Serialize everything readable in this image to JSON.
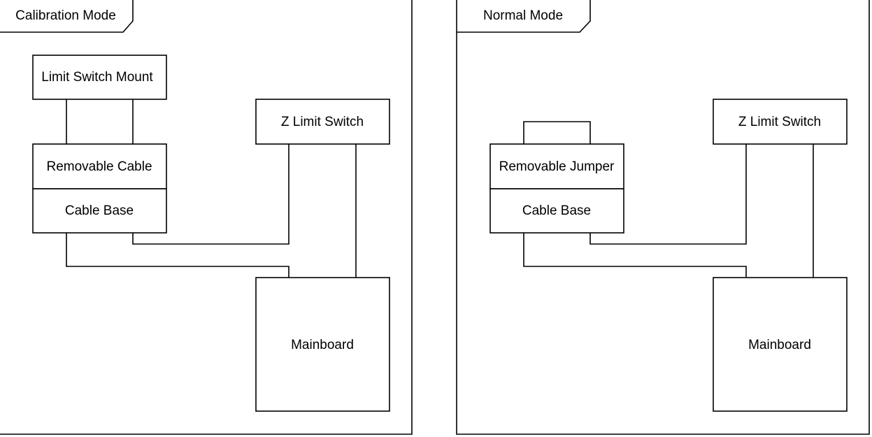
{
  "diagram": {
    "calibration": {
      "frame_title": "Calibration Mode",
      "limit_switch_mount": "Limit Switch Mount",
      "removable_part": "Removable Cable",
      "cable_base": "Cable Base",
      "z_limit_switch": "Z Limit Switch",
      "mainboard": "Mainboard"
    },
    "normal": {
      "frame_title": "Normal Mode",
      "removable_part": "Removable Jumper",
      "cable_base": "Cable Base",
      "z_limit_switch": "Z Limit Switch",
      "mainboard": "Mainboard"
    }
  }
}
